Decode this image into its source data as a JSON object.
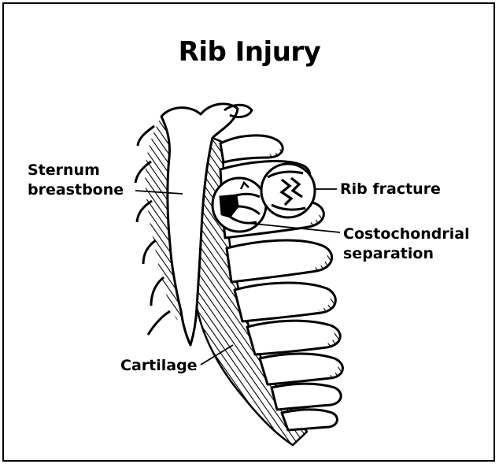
{
  "title": "Rib Injury",
  "labels": {
    "sternum_line1": "Sternum",
    "sternum_line2": "breastbone",
    "rib_fracture": "Rib fracture",
    "costo_line1": "Costochondrial",
    "costo_line2": "separation",
    "cartilage": "Cartilage"
  },
  "colors": {
    "ink": "#000000",
    "background": "#ffffff"
  }
}
